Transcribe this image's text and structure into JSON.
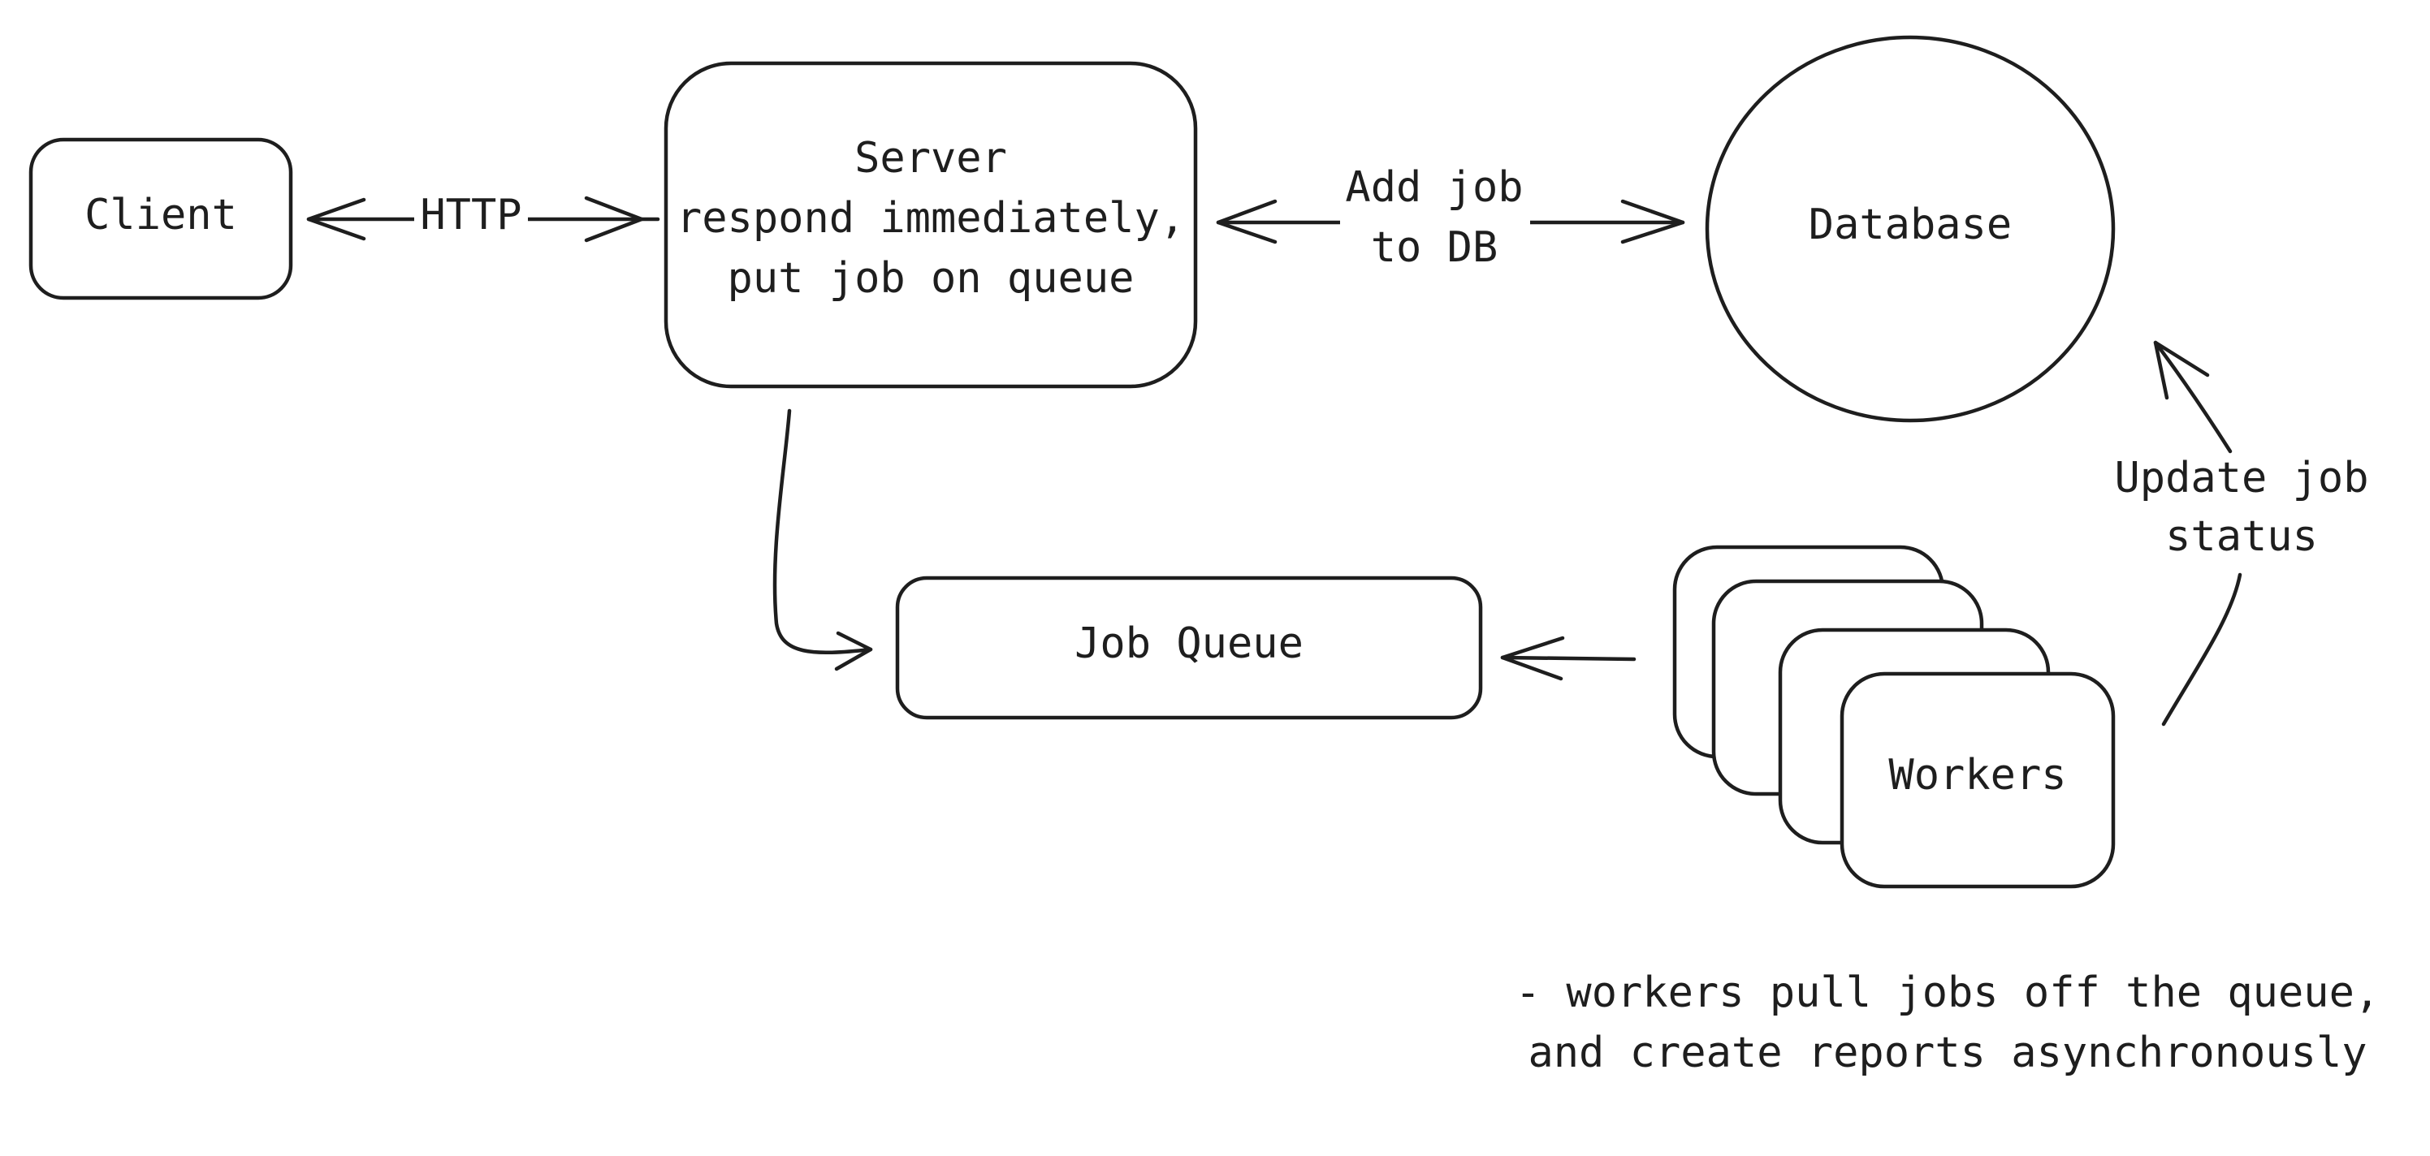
{
  "nodes": {
    "client": {
      "label": "Client"
    },
    "server": {
      "lines": [
        "Server",
        "respond immediately,",
        "put job on queue"
      ]
    },
    "database": {
      "label": "Database"
    },
    "job_queue": {
      "label": "Job Queue"
    },
    "workers": {
      "label": "Workers"
    }
  },
  "edges": {
    "client_server": {
      "label": "HTTP"
    },
    "server_database": {
      "lines": [
        "Add job",
        "to DB"
      ]
    },
    "workers_database": {
      "lines": [
        "Update job",
        "status"
      ]
    }
  },
  "note": {
    "lines": [
      "- workers pull jobs off the queue,",
      "and create reports asynchronously"
    ]
  },
  "colors": {
    "stroke": "#1e1e1e",
    "background": "#ffffff"
  }
}
